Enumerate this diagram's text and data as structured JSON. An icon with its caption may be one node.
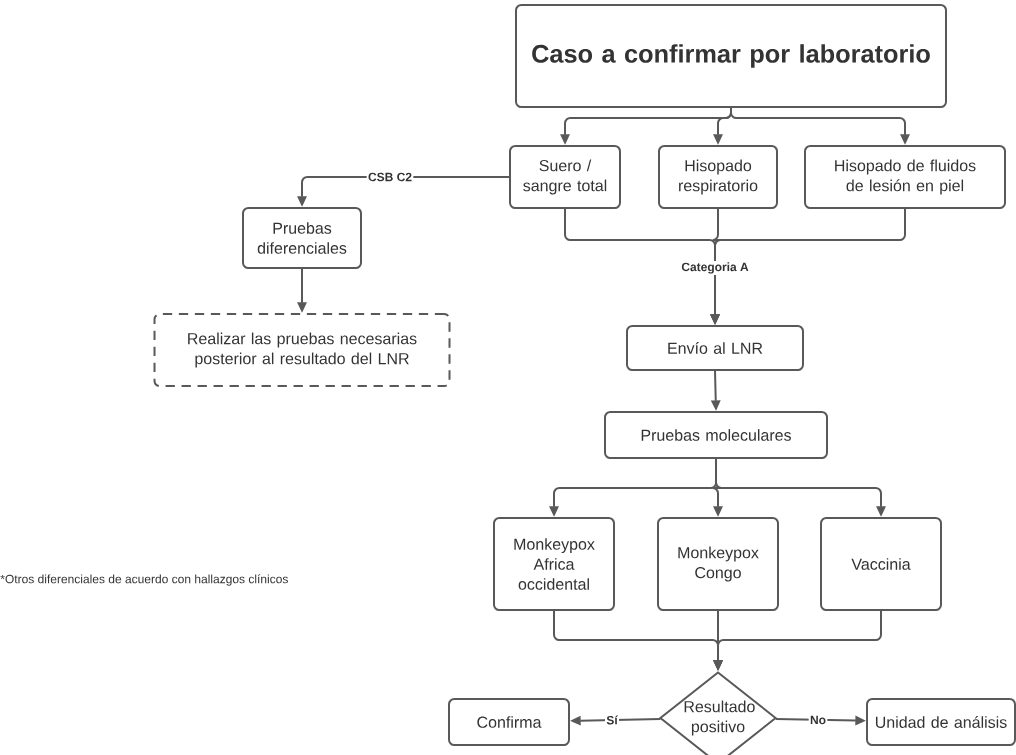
{
  "diagram": {
    "nodes": [
      {
        "text": [
          "Caso a confirmar por laboratorio"
        ]
      },
      {
        "text": [
          "Suero / sangre total"
        ]
      },
      {
        "text": [
          "Hisopado respiratorio"
        ]
      },
      {
        "text": [
          "Hisopado de fluidos de lesión en piel"
        ]
      },
      {
        "text": [
          "Pruebas diferenciales"
        ]
      },
      {
        "text": [
          "Realizar las pruebas necesarias posterior al resultado del LNR"
        ]
      },
      {
        "text": [
          "Envío al LNR"
        ]
      },
      {
        "text": [
          "Pruebas moleculares"
        ]
      },
      {
        "text": [
          "Monkeypox Africa occidental"
        ]
      },
      {
        "text": [
          "Monkeypox Congo"
        ]
      },
      {
        "text": [
          "Vaccinia"
        ]
      },
      {
        "text": [
          "Resultado positivo"
        ]
      },
      {
        "text": [
          "Confirma"
        ]
      },
      {
        "text": [
          "Unidad de análisis"
        ]
      }
    ],
    "edges": [
      {
        "from": 0,
        "to": 1,
        "arrow": "to"
      },
      {
        "from": 0,
        "to": 2,
        "arrow": "to"
      },
      {
        "from": 0,
        "to": 3,
        "arrow": "to"
      },
      {
        "from": 1,
        "to": 4,
        "arrow": "to",
        "label": "CSB C2"
      },
      {
        "from": 4,
        "to": 5,
        "arrow": "to"
      },
      {
        "from": 1,
        "to": 6,
        "arrow": "to"
      },
      {
        "from": 2,
        "to": 6,
        "arrow": "to",
        "label": "Categoria A"
      },
      {
        "from": 3,
        "to": 6,
        "arrow": "to"
      },
      {
        "from": 6,
        "to": 7,
        "arrow": "to"
      },
      {
        "from": 7,
        "to": 8,
        "arrow": "to"
      },
      {
        "from": 7,
        "to": 9,
        "arrow": "to"
      },
      {
        "from": 7,
        "to": 10,
        "arrow": "to"
      },
      {
        "from": 8,
        "to": 11,
        "arrow": "to"
      },
      {
        "from": 9,
        "to": 11,
        "arrow": "to"
      },
      {
        "from": 10,
        "to": 11,
        "arrow": "to"
      },
      {
        "from": 11,
        "to": 12,
        "arrow": "to",
        "label": "Sí"
      },
      {
        "from": 11,
        "to": 13,
        "arrow": "to",
        "label": "No"
      }
    ],
    "labels": [
      "*Otros diferenciales de acuerdo con hallazgos clínicos"
    ]
  }
}
